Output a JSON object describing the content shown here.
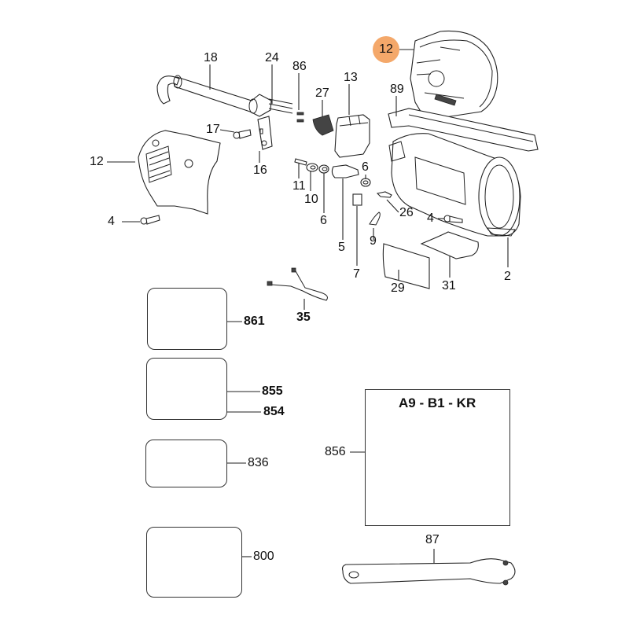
{
  "diagram": {
    "title": "Angle grinder exploded parts diagram",
    "highlight_color": "#f4a86a",
    "highlighted_part": "12",
    "callouts": [
      {
        "id": "c12-top",
        "number": "12",
        "highlighted": true
      },
      {
        "id": "c18",
        "number": "18"
      },
      {
        "id": "c24",
        "number": "24"
      },
      {
        "id": "c86",
        "number": "86"
      },
      {
        "id": "c27",
        "number": "27"
      },
      {
        "id": "c13",
        "number": "13"
      },
      {
        "id": "c89",
        "number": "89"
      },
      {
        "id": "c17",
        "number": "17"
      },
      {
        "id": "c12-left",
        "number": "12"
      },
      {
        "id": "c16",
        "number": "16"
      },
      {
        "id": "c4-left",
        "number": "4"
      },
      {
        "id": "c11",
        "number": "11"
      },
      {
        "id": "c10",
        "number": "10"
      },
      {
        "id": "c6-a",
        "number": "6"
      },
      {
        "id": "c6-b",
        "number": "6"
      },
      {
        "id": "c5",
        "number": "5"
      },
      {
        "id": "c7",
        "number": "7"
      },
      {
        "id": "c9",
        "number": "9"
      },
      {
        "id": "c26",
        "number": "26"
      },
      {
        "id": "c4-right",
        "number": "4"
      },
      {
        "id": "c2",
        "number": "2"
      },
      {
        "id": "c29",
        "number": "29"
      },
      {
        "id": "c31",
        "number": "31"
      },
      {
        "id": "c35",
        "number": "35"
      },
      {
        "id": "c861",
        "number": "861"
      },
      {
        "id": "c855",
        "number": "855"
      },
      {
        "id": "c854",
        "number": "854"
      },
      {
        "id": "c836",
        "number": "836"
      },
      {
        "id": "c800",
        "number": "800"
      },
      {
        "id": "c856",
        "number": "856"
      },
      {
        "id": "c87",
        "number": "87"
      }
    ],
    "guard_box": {
      "title": "A9 - B1 - KR"
    }
  }
}
